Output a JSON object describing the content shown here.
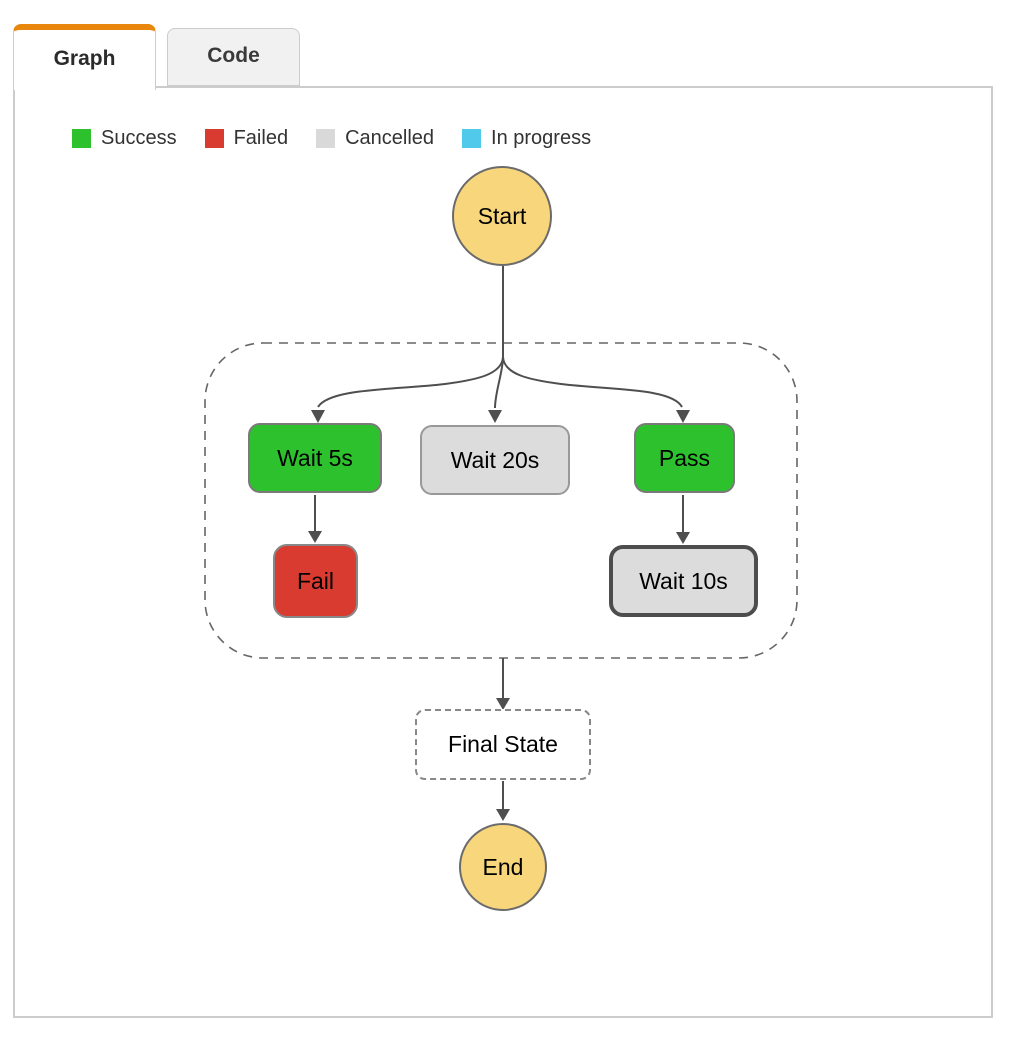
{
  "tabs": [
    {
      "label": "Graph",
      "active": true
    },
    {
      "label": "Code",
      "active": false
    }
  ],
  "legend": [
    {
      "label": "Success",
      "color": "#2dc22d"
    },
    {
      "label": "Failed",
      "color": "#d93b31"
    },
    {
      "label": "Cancelled",
      "color": "#d9d9d9"
    },
    {
      "label": "In progress",
      "color": "#51c9ea"
    }
  ],
  "diagram": {
    "nodes": {
      "start": {
        "label": "Start",
        "fill": "#f8d67c",
        "border": "#6b6b6b",
        "shape": "circle"
      },
      "wait5": {
        "label": "Wait 5s",
        "fill": "#2dc22d",
        "border": "#7a7a7a",
        "shape": "box",
        "status": "success"
      },
      "wait20": {
        "label": "Wait 20s",
        "fill": "#dcdcdc",
        "border": "#999999",
        "shape": "box",
        "status": "cancelled"
      },
      "pass": {
        "label": "Pass",
        "fill": "#2dc22d",
        "border": "#7a7a7a",
        "shape": "box",
        "status": "success"
      },
      "fail": {
        "label": "Fail",
        "fill": "#d93b31",
        "border": "#888888",
        "shape": "box",
        "status": "failed"
      },
      "wait10": {
        "label": "Wait 10s",
        "fill": "#dcdcdc",
        "border": "#4d4d4d",
        "shape": "box-selected",
        "status": "cancelled"
      },
      "final": {
        "label": "Final State",
        "fill": "#ffffff",
        "border": "#888888",
        "shape": "dashed-box"
      },
      "end": {
        "label": "End",
        "fill": "#f8d67c",
        "border": "#6b6b6b",
        "shape": "circle"
      }
    },
    "edges": [
      {
        "from": "start",
        "to": "wait5"
      },
      {
        "from": "start",
        "to": "wait20"
      },
      {
        "from": "start",
        "to": "pass"
      },
      {
        "from": "wait5",
        "to": "fail"
      },
      {
        "from": "pass",
        "to": "wait10"
      },
      {
        "from": "parallel-group",
        "to": "final"
      },
      {
        "from": "final",
        "to": "end"
      }
    ],
    "colors": {
      "edge": "#4f4f4f",
      "container_border": "#666666",
      "accent_orange": "#e8860d",
      "panel_border": "#cccccc"
    }
  }
}
